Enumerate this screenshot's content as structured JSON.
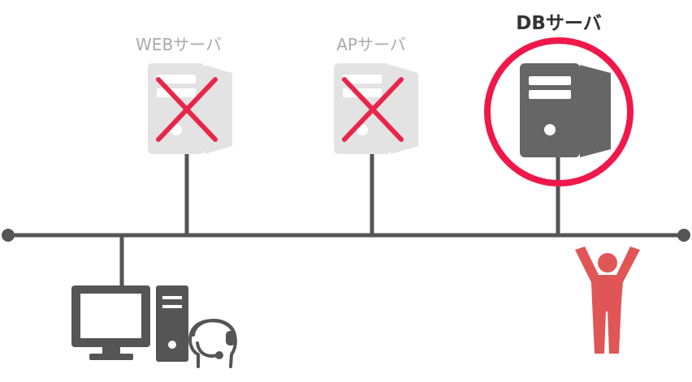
{
  "servers": {
    "web": {
      "label": "WEBサーバ",
      "state": "down"
    },
    "ap": {
      "label": "APサーバ",
      "state": "down"
    },
    "db": {
      "label": "DBサーバ",
      "state": "highlighted"
    }
  },
  "colors": {
    "line": "#555555",
    "server_down": "#e3e3e3",
    "server_active": "#666666",
    "label_muted": "#aaaaaa",
    "label_strong": "#333333",
    "cross": "#e8264a",
    "highlight_ring": "#f0184a",
    "person": "#e05656"
  },
  "icons": [
    "server-icon",
    "cross-icon",
    "desktop-computer-icon",
    "operator-headset-icon",
    "person-cheering-icon"
  ]
}
